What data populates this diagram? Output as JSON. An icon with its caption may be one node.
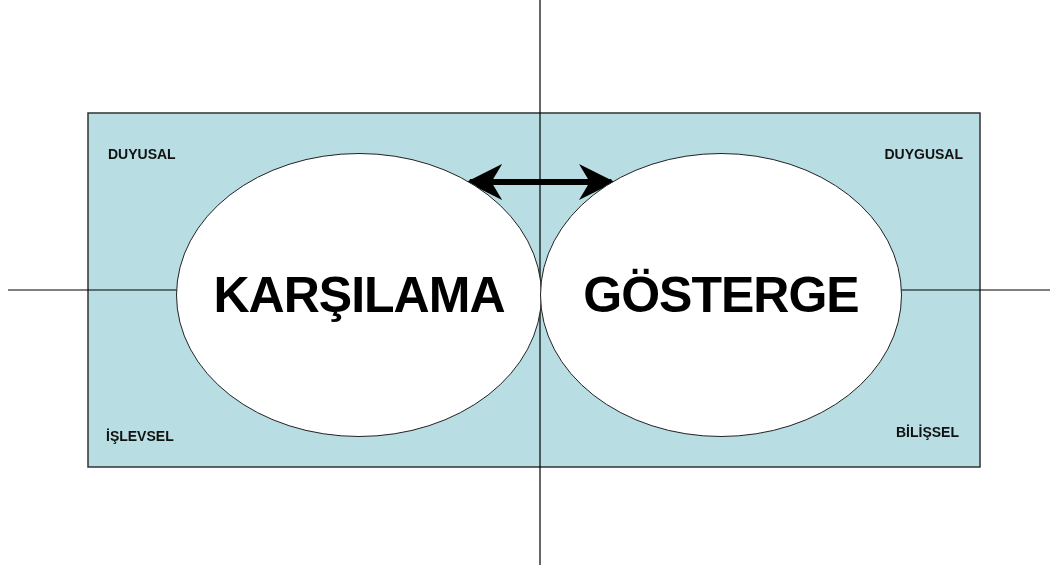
{
  "diagram": {
    "nodes": [
      {
        "text": [
          "KARŞILAMA"
        ]
      },
      {
        "text": [
          "GÖSTERGE"
        ]
      }
    ],
    "edges": [
      {
        "from": 0,
        "to": 1,
        "arrow": "both"
      }
    ],
    "labels": [
      "DUYUSAL",
      "DUYGUSAL",
      "İŞLEVSEL",
      "BİLİŞSEL"
    ]
  }
}
